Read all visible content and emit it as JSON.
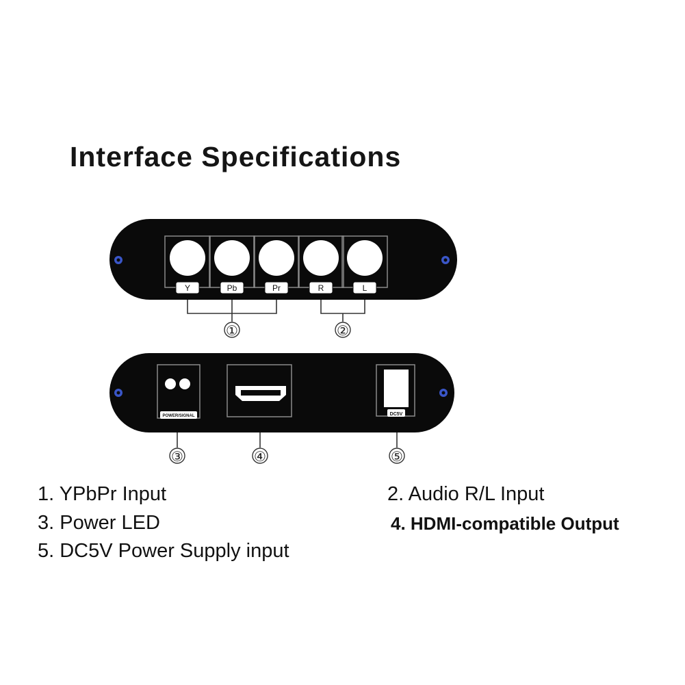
{
  "title": "Interface Specifications",
  "colors": {
    "panel": "#0a0a0a",
    "screw": "#3a56c8",
    "port": "#ffffff",
    "text": "#111111"
  },
  "front_panel": {
    "ports": [
      {
        "label": "Y",
        "icon": "rca-jack-icon"
      },
      {
        "label": "Pb",
        "icon": "rca-jack-icon"
      },
      {
        "label": "Pr",
        "icon": "rca-jack-icon"
      },
      {
        "label": "R",
        "icon": "rca-jack-icon"
      },
      {
        "label": "L",
        "icon": "rca-jack-icon"
      }
    ],
    "callouts": [
      "①",
      "②"
    ]
  },
  "rear_panel": {
    "led_label": "POWER/SIGNAL",
    "dc_label": "DC5V",
    "callouts": [
      "③",
      "④",
      "⑤"
    ]
  },
  "legend": [
    "1. YPbPr Input",
    "2. Audio R/L Input",
    "3. Power LED",
    "4. HDMI-compatible Output",
    "5. DC5V Power Supply input"
  ]
}
